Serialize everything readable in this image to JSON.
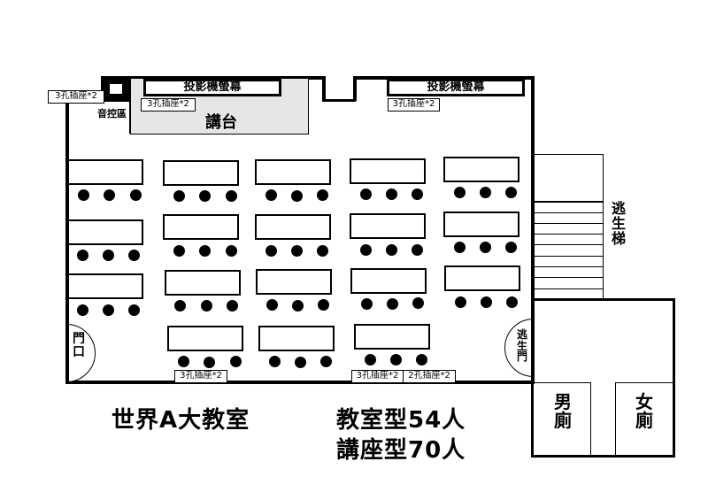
{
  "floor_plan": {
    "room_name": "世界A大教室",
    "capacity": {
      "classroom_style": "教室型54人",
      "lecture_style": "講座型70人"
    },
    "front": {
      "left_screen_label": "投影機螢幕",
      "right_screen_label": "投影機螢幕",
      "podium_label": "講台",
      "sound_control_label": "音控區",
      "outlet_top_left": "3孔插座*2",
      "outlet_podium": "3孔插座*2",
      "outlet_top_right": "3孔插座*2"
    },
    "bottom_outlets": [
      "3孔插座*2",
      "3孔插座*2",
      "2孔插座*2"
    ],
    "doors": {
      "entrance_label": "門口",
      "emergency_exit_label": "逃生門",
      "emergency_stairs_label": "逃生梯"
    },
    "restrooms": {
      "mens_label": "男廁",
      "womens_label": "女廁"
    },
    "seating": {
      "columns": 5,
      "rows": 4,
      "seats_per_table": 3,
      "table_count": 18
    },
    "colors": {
      "wall": "#000000",
      "podium_fill": "#e6e6e6",
      "background": "#ffffff"
    }
  }
}
